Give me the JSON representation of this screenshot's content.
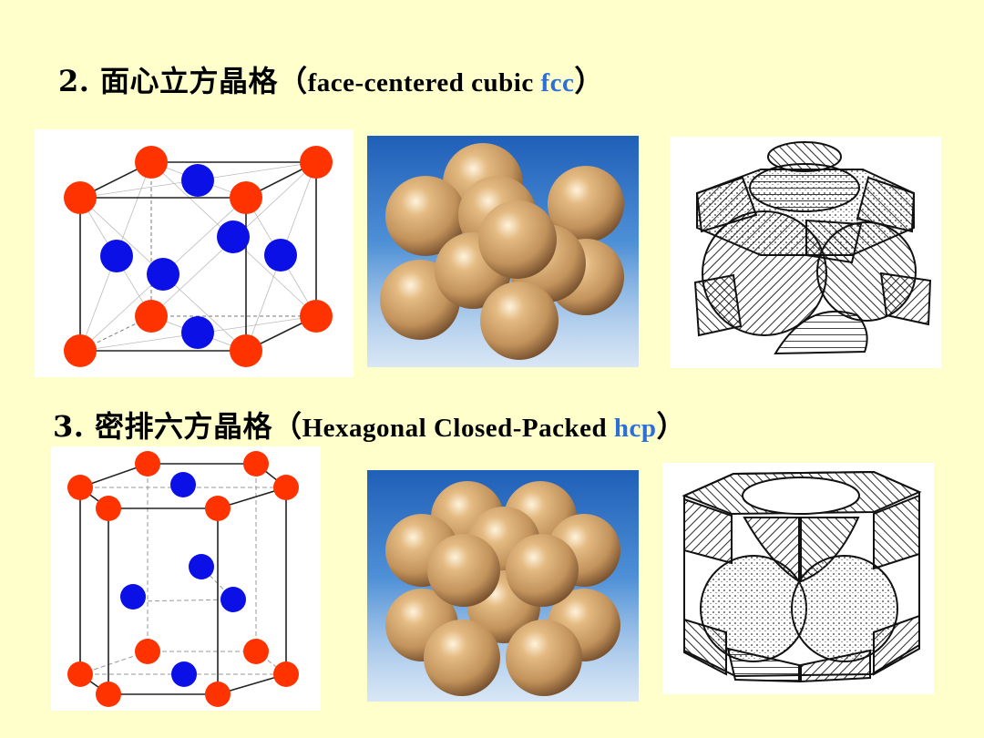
{
  "slide": {
    "section1": {
      "number": "2.",
      "title_cn": "面心立方晶格",
      "paren_open": "（",
      "title_en": "face-centered cubic ",
      "abbr": "fcc",
      "paren_close": "）"
    },
    "section2": {
      "number": "3.",
      "title_cn": "密排六方晶格",
      "paren_open": "（",
      "title_en": "Hexagonal Closed-Packed ",
      "abbr": "hcp",
      "paren_close": "）"
    },
    "colors": {
      "background": "#ffffcc",
      "corner_atom": "#ff3300",
      "face_atom": "#0a10e6",
      "abbr_accent": "#2b6fd8",
      "sphere": "#d2a56a"
    }
  }
}
